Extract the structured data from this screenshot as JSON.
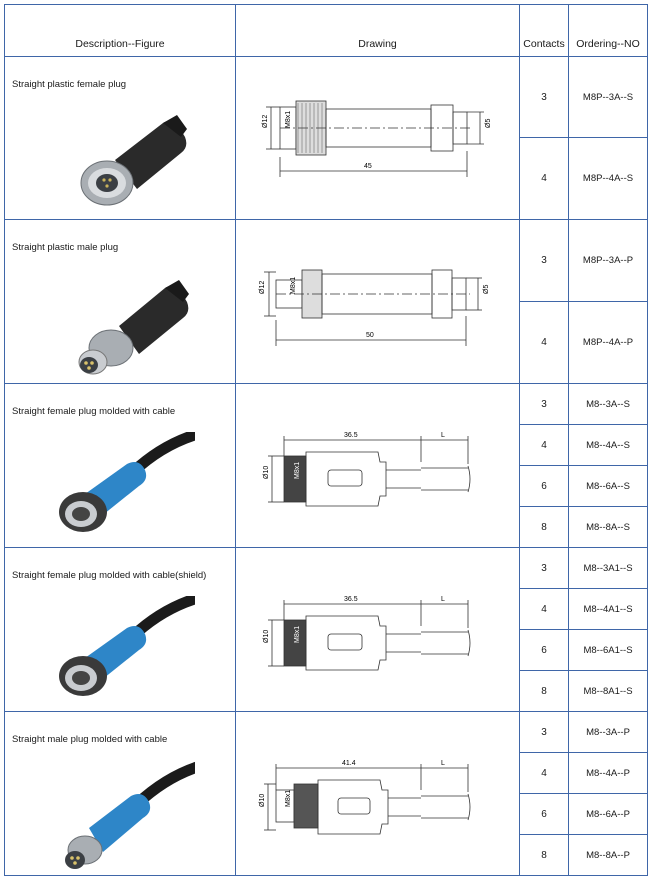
{
  "headers": {
    "description": "Description--Figure",
    "drawing": "Drawing",
    "contacts": "Contacts",
    "ordering": "Ordering--NO"
  },
  "products": [
    {
      "title": "Straight plastic female plug",
      "photo": "black-female-plug-photo",
      "dims": {
        "dia": "Ø12",
        "thread": "M8x1",
        "length": "45",
        "end": "Ø5"
      },
      "rows": [
        {
          "contacts": "3",
          "order": "M8P--3A--S"
        },
        {
          "contacts": "4",
          "order": "M8P--4A--S"
        }
      ]
    },
    {
      "title": "Straight plastic male plug",
      "photo": "black-male-plug-photo",
      "dims": {
        "dia": "Ø12",
        "thread": "M8x1",
        "length": "50",
        "end": "Ø5"
      },
      "rows": [
        {
          "contacts": "3",
          "order": "M8P--3A--P"
        },
        {
          "contacts": "4",
          "order": "M8P--4A--P"
        }
      ]
    },
    {
      "title": "Straight  female plug molded with cable",
      "photo": "blue-female-cable-photo",
      "dims": {
        "dia": "Ø10",
        "thread": "M8x1",
        "length": "36.5",
        "cable": "L"
      },
      "rows": [
        {
          "contacts": "3",
          "order": "M8--3A--S"
        },
        {
          "contacts": "4",
          "order": "M8--4A--S"
        },
        {
          "contacts": "6",
          "order": "M8--6A--S"
        },
        {
          "contacts": "8",
          "order": "M8--8A--S"
        }
      ]
    },
    {
      "title": "Straight female plug molded with cable(shield)",
      "photo": "blue-female-shield-cable-photo",
      "dims": {
        "dia": "Ø10",
        "thread": "M8x1",
        "length": "36.5",
        "cable": "L"
      },
      "rows": [
        {
          "contacts": "3",
          "order": "M8--3A1--S"
        },
        {
          "contacts": "4",
          "order": "M8--4A1--S"
        },
        {
          "contacts": "6",
          "order": "M8--6A1--S"
        },
        {
          "contacts": "8",
          "order": "M8--8A1--S"
        }
      ]
    },
    {
      "title": "Straight male plug molded with cable",
      "photo": "blue-male-cable-photo",
      "dims": {
        "dia": "Ø10",
        "thread": "M8x1",
        "length": "41.4",
        "cable": "L"
      },
      "rows": [
        {
          "contacts": "3",
          "order": "M8--3A--P"
        },
        {
          "contacts": "4",
          "order": "M8--4A--P"
        },
        {
          "contacts": "6",
          "order": "M8--6A--P"
        },
        {
          "contacts": "8",
          "order": "M8--8A--P"
        }
      ]
    }
  ]
}
